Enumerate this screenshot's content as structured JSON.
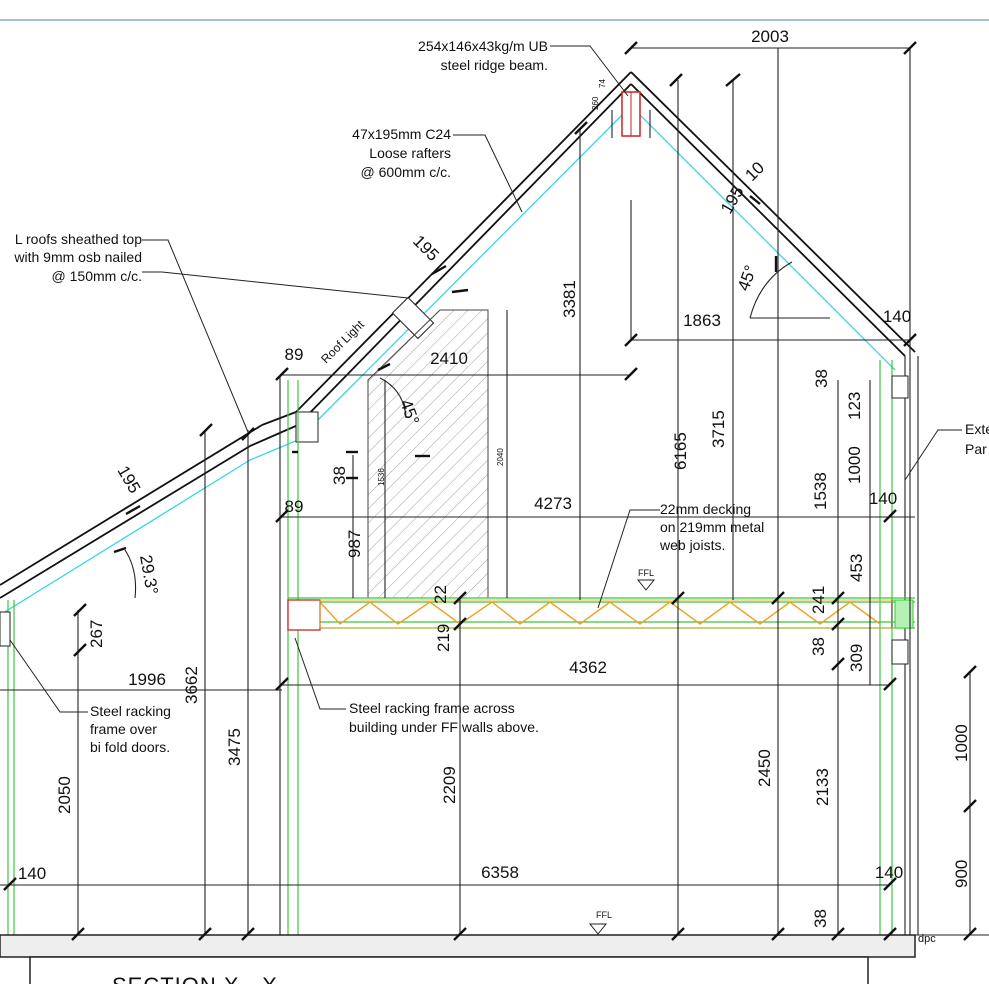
{
  "title": "SECTION X - X",
  "notes": {
    "ridge_beam": [
      "254x146x43kg/m UB",
      "steel ridge beam."
    ],
    "rafters": [
      "47x195mm C24",
      "Loose rafters",
      "@ 600mm c/c."
    ],
    "sheathing": [
      "L roofs sheathed top",
      "with 9mm osb nailed",
      "@ 150mm c/c."
    ],
    "roof_light": "Roof Light",
    "decking": [
      "22mm decking",
      "on 219mm metal",
      "web joists."
    ],
    "racking_left": [
      "Steel racking",
      "frame over",
      "bi fold doors."
    ],
    "racking_mid": [
      "Steel racking frame across",
      "building under FF walls above."
    ],
    "external": [
      "Exte",
      "Par"
    ],
    "ffl_upper": "FFL",
    "ffl_lower": "FFL",
    "dpc": "dpc"
  },
  "dims": {
    "d2003": "2003",
    "d74": "74",
    "d260": "260",
    "d10": "10",
    "d195_right": "195",
    "d195_mid": "195",
    "d195_left": "195",
    "d45_right": "45°",
    "d45_mid": "45°",
    "d29": "29.3°",
    "d1863": "1863",
    "d140_top": "140",
    "d140_mid": "140",
    "d140_botL": "140",
    "d140_botR": "140",
    "d3381": "3381",
    "d3715": "3715",
    "d6165": "6165",
    "d89_top": "89",
    "d89_mid": "89",
    "d2410": "2410",
    "d4273": "4273",
    "d38_a": "38",
    "d38_b": "38",
    "d38_c": "38",
    "d38_d": "38",
    "d1536": "1536",
    "d2040": "2040",
    "d987": "987",
    "d22": "22",
    "d219": "219",
    "d241": "241",
    "d123": "123",
    "d1000_top": "1000",
    "d1538": "1538",
    "d453": "453",
    "d309": "309",
    "d4362": "4362",
    "d267": "267",
    "d1996": "1996",
    "d3662": "3662",
    "d3475": "3475",
    "d2050": "2050",
    "d2209": "2209",
    "d2450": "2450",
    "d2133": "2133",
    "d1000_right": "1000",
    "d900": "900",
    "d6358": "6358"
  }
}
